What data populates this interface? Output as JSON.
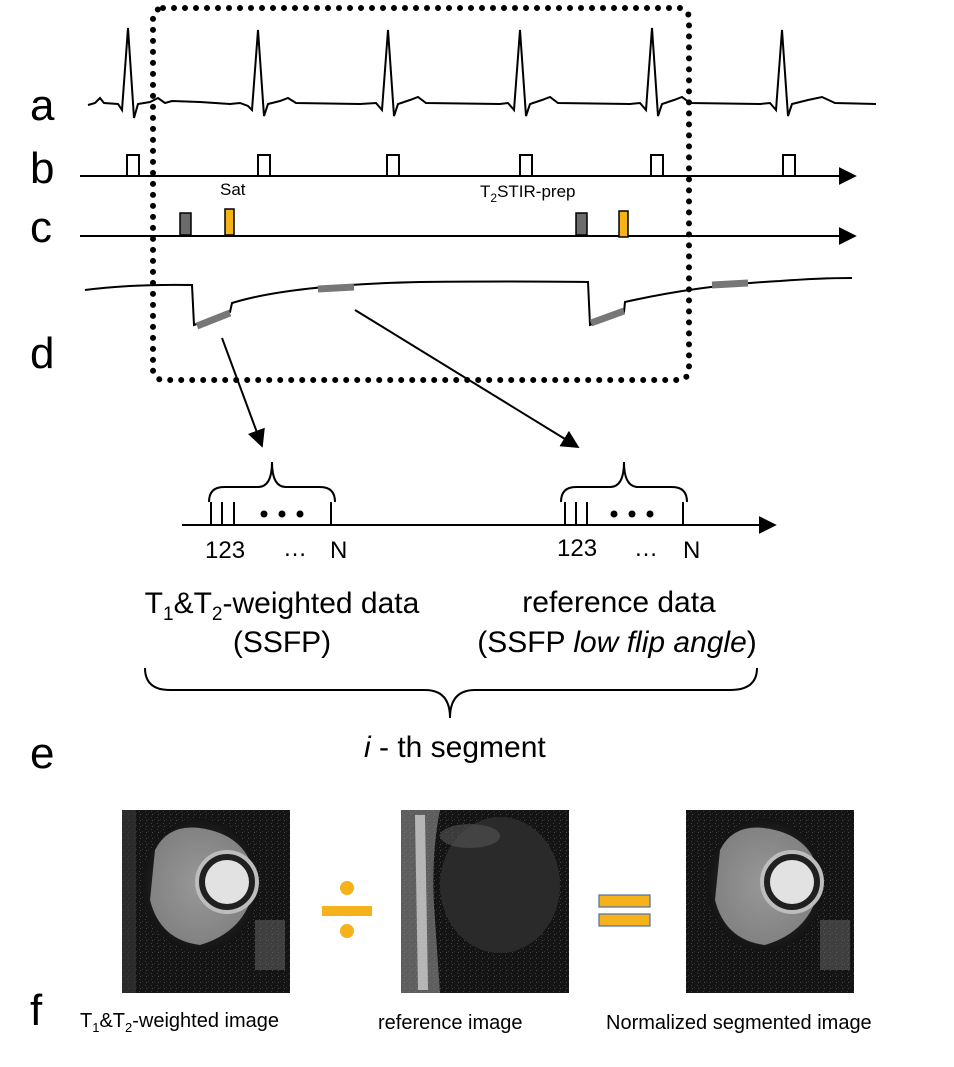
{
  "labels": {
    "a": "a",
    "b": "b",
    "c": "c",
    "d": "d",
    "e": "e",
    "f": "f"
  },
  "sat": "Sat",
  "prep": {
    "t": "T",
    "sub": "2",
    "rest": "STIR-prep"
  },
  "ticks": {
    "left": {
      "nums": "123",
      "dots": "…",
      "n": "N"
    },
    "right": {
      "nums": "123",
      "dots": "…",
      "n": "N"
    }
  },
  "weighted_data": {
    "t1": "T",
    "sub1": "1",
    "amp": "&T",
    "sub2": "2",
    "rest": "-weighted data",
    "line2": "(SSFP)"
  },
  "reference_data": {
    "line1": "reference data",
    "line2_open": "(SSFP ",
    "line2_italic": "low flip angle",
    "line2_close": ")"
  },
  "segment": {
    "i": "i",
    "rest": " - th segment"
  },
  "images": {
    "weighted_caption": {
      "t1": "T",
      "sub1": "1",
      "amp": "&T",
      "sub2": "2",
      "rest": "-weighted image"
    },
    "reference_caption": "reference image",
    "normalized_caption": "Normalized segmented image"
  },
  "colors": {
    "sat_pulse": "#f5b21b",
    "prep_pulse": "#6b6b6b",
    "readout": "#777777",
    "operator": "#f5b21b"
  }
}
